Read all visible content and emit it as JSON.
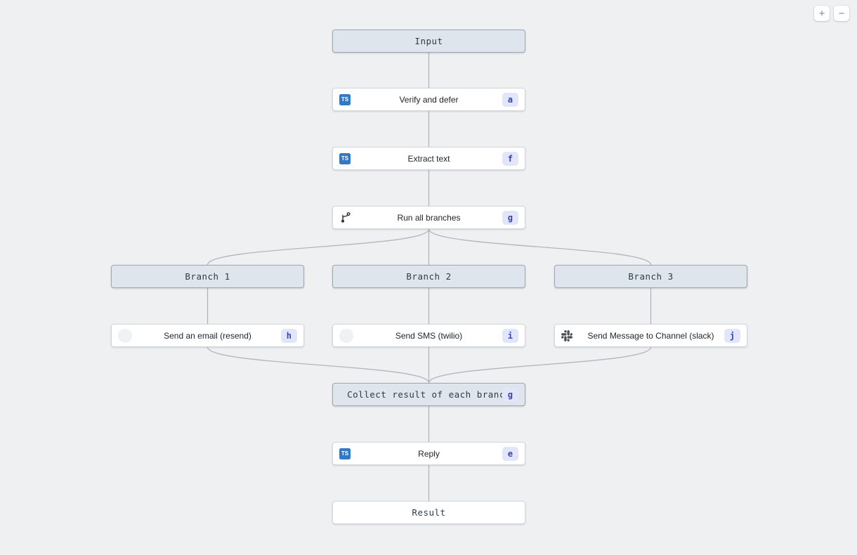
{
  "controls": {
    "zoom_in_label": "+",
    "zoom_out_label": "−"
  },
  "icons": {
    "typescript_label": "TS"
  },
  "colors": {
    "canvas_bg": "#eef0f1",
    "frame_node_bg": "#dee5ec",
    "frame_node_border": "#9da8b3",
    "task_node_bg": "#ffffff",
    "badge_bg": "#e2e6fa",
    "badge_text": "#3c41b5",
    "typescript_blue": "#3178c6",
    "edge": "#b2b6bc"
  },
  "nodes": {
    "input": {
      "label": "Input"
    },
    "verify": {
      "label": "Verify and defer",
      "badge": "a",
      "icon": "typescript-icon"
    },
    "extract": {
      "label": "Extract text",
      "badge": "f",
      "icon": "typescript-icon"
    },
    "run": {
      "label": "Run all branches",
      "badge": "g",
      "icon": "branch-icon"
    },
    "branch1": {
      "label": "Branch 1"
    },
    "branch2": {
      "label": "Branch 2"
    },
    "branch3": {
      "label": "Branch 3"
    },
    "send_email": {
      "label": "Send an email (resend)",
      "badge": "h",
      "icon": "resend-icon"
    },
    "send_sms": {
      "label": "Send SMS (twilio)",
      "badge": "i",
      "icon": "twilio-icon"
    },
    "send_slack": {
      "label": "Send Message to Channel (slack)",
      "badge": "j",
      "icon": "slack-icon"
    },
    "collect": {
      "label": "Collect result of each branch",
      "badge": "g"
    },
    "reply": {
      "label": "Reply",
      "badge": "e",
      "icon": "typescript-icon"
    },
    "result": {
      "label": "Result"
    }
  },
  "edges": [
    {
      "from": "input",
      "to": "verify"
    },
    {
      "from": "verify",
      "to": "extract"
    },
    {
      "from": "extract",
      "to": "run"
    },
    {
      "from": "run",
      "to": "branch1"
    },
    {
      "from": "run",
      "to": "branch2"
    },
    {
      "from": "run",
      "to": "branch3"
    },
    {
      "from": "branch1",
      "to": "send_email"
    },
    {
      "from": "branch2",
      "to": "send_sms"
    },
    {
      "from": "branch3",
      "to": "send_slack"
    },
    {
      "from": "send_email",
      "to": "collect"
    },
    {
      "from": "send_sms",
      "to": "collect"
    },
    {
      "from": "send_slack",
      "to": "collect"
    },
    {
      "from": "collect",
      "to": "reply"
    },
    {
      "from": "reply",
      "to": "result"
    }
  ]
}
